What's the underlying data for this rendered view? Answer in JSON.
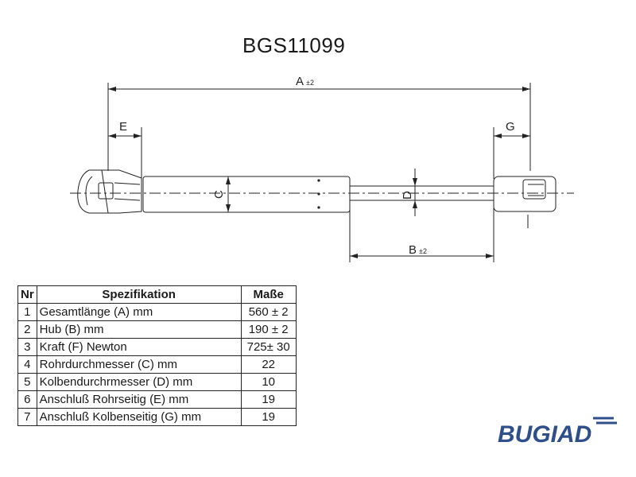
{
  "title": "BGS11099",
  "dimension_labels": {
    "A": "A",
    "A_tol": "±2",
    "B": "B",
    "B_tol": "±2",
    "C": "C",
    "D": "D",
    "E": "E",
    "G": "G"
  },
  "table": {
    "headers": [
      "Nr",
      "Spezifikation",
      "Maße"
    ],
    "rows": [
      {
        "nr": "1",
        "spec": "Gesamtlänge (A) mm",
        "value": "560 ± 2"
      },
      {
        "nr": "2",
        "spec": "Hub (B)  mm",
        "value": "190 ± 2"
      },
      {
        "nr": "3",
        "spec": "Kraft (F) Newton",
        "value": "725± 30"
      },
      {
        "nr": "4",
        "spec": "Rohrdurchmesser (C) mm",
        "value": "22"
      },
      {
        "nr": "5",
        "spec": "Kolbendurchrmesser (D) mm",
        "value": "10"
      },
      {
        "nr": "6",
        "spec": "Anschluß Rohrseitig (E) mm",
        "value": "19"
      },
      {
        "nr": "7",
        "spec": "Anschluß Kolbenseitig (G) mm",
        "value": "19"
      }
    ]
  },
  "brand": {
    "name": "BUGIAD",
    "color": "#2f4f8a"
  }
}
